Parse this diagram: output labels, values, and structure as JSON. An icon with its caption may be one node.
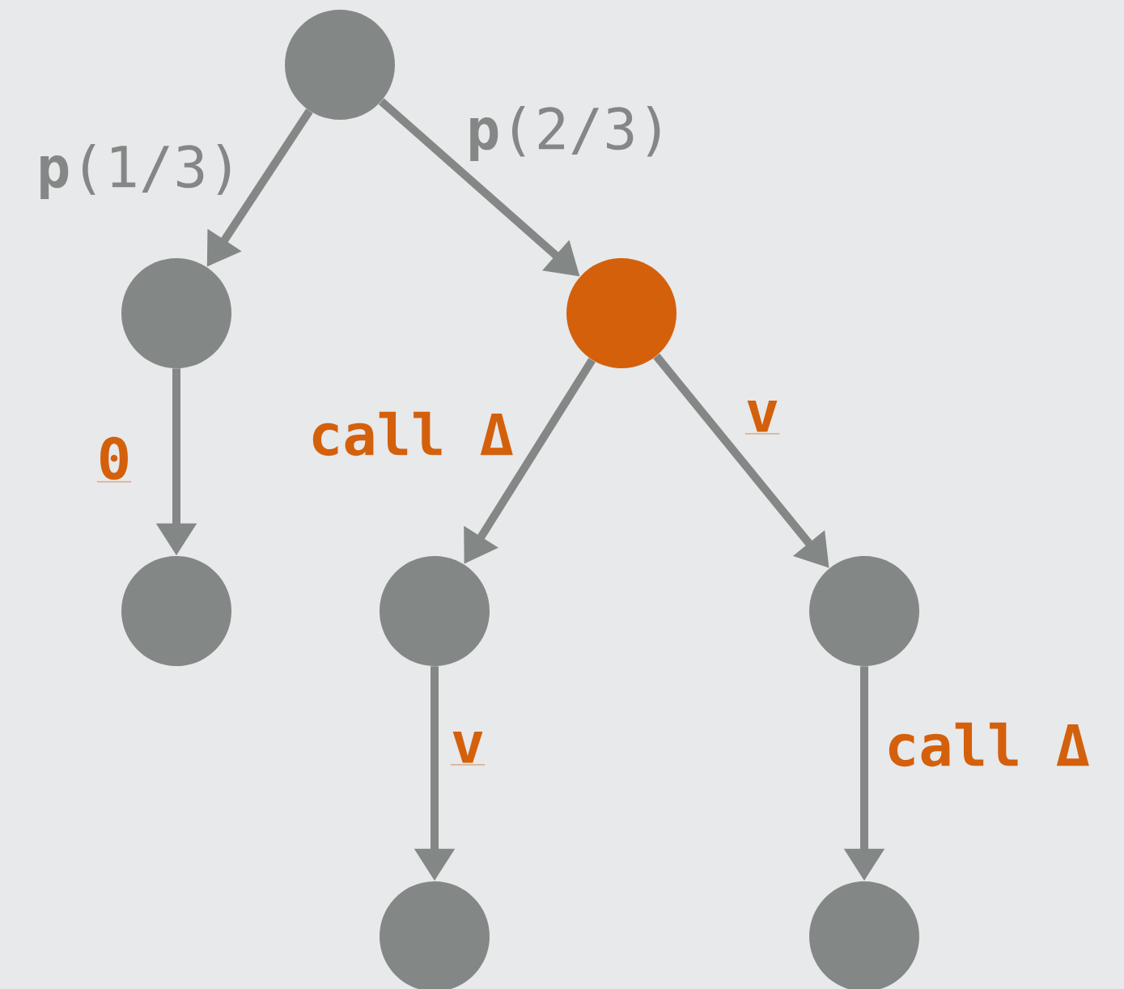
{
  "diagram": {
    "nodes": [
      {
        "text": [],
        "shape": "circle"
      },
      {
        "text": [],
        "shape": "circle"
      },
      {
        "text": [],
        "shape": "circle"
      },
      {
        "text": [],
        "shape": "circle"
      },
      {
        "text": [],
        "shape": "circle"
      },
      {
        "text": [],
        "shape": "circle"
      },
      {
        "text": [],
        "shape": "circle"
      },
      {
        "text": [],
        "shape": "circle"
      }
    ],
    "edges": [
      {
        "from": 0,
        "to": 1,
        "arrow": "to",
        "label": "**p**(1/3)"
      },
      {
        "from": 0,
        "to": 2,
        "arrow": "to",
        "label": "**p**(2/3)"
      },
      {
        "from": 1,
        "to": 3,
        "arrow": "to",
        "label": "0"
      },
      {
        "from": 2,
        "to": 4,
        "arrow": "to",
        "label": "call Δ"
      },
      {
        "from": 2,
        "to": 5,
        "arrow": "to",
        "label": "v"
      },
      {
        "from": 4,
        "to": 6,
        "arrow": "to",
        "label": "v"
      },
      {
        "from": 5,
        "to": 7,
        "arrow": "to",
        "label": "call Δ"
      }
    ]
  }
}
